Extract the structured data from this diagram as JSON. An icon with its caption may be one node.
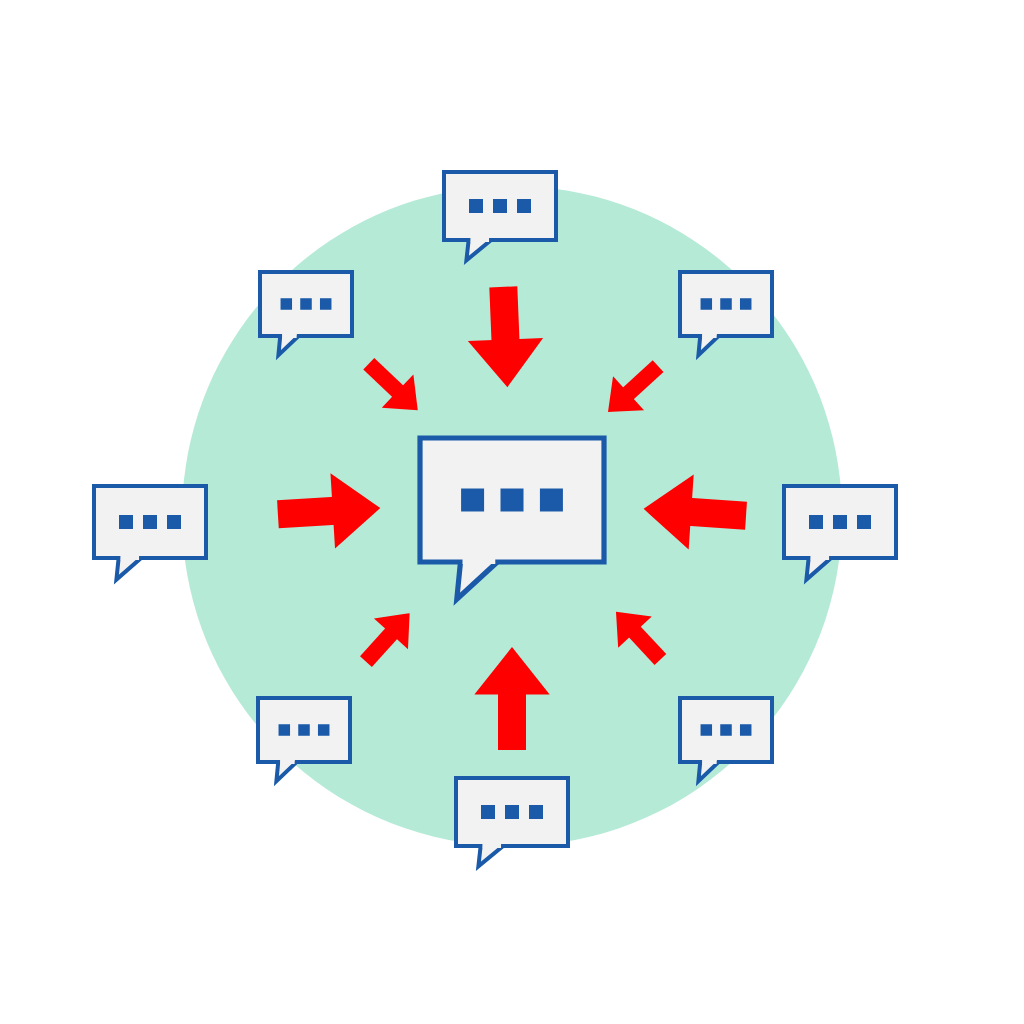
{
  "diagram": {
    "nodes": [
      {
        "text": [],
        "shape": "bubble"
      },
      {
        "text": [],
        "shape": "bubble"
      },
      {
        "text": [],
        "shape": "bubble"
      },
      {
        "text": [],
        "shape": "bubble"
      },
      {
        "text": [],
        "shape": "bubble"
      },
      {
        "text": [],
        "shape": "bubble"
      },
      {
        "text": [],
        "shape": "bubble"
      },
      {
        "text": [],
        "shape": "bubble"
      },
      {
        "text": [],
        "shape": "bubble"
      }
    ],
    "edges": [
      {
        "from": 0,
        "to": 4,
        "arrow": "to"
      },
      {
        "from": 1,
        "to": 4,
        "arrow": "to"
      },
      {
        "from": 2,
        "to": 4,
        "arrow": "to"
      },
      {
        "from": 3,
        "to": 4,
        "arrow": "to"
      },
      {
        "from": 5,
        "to": 4,
        "arrow": "to"
      },
      {
        "from": 6,
        "to": 4,
        "arrow": "to"
      },
      {
        "from": 7,
        "to": 4,
        "arrow": "to"
      },
      {
        "from": 8,
        "to": 4,
        "arrow": "to"
      }
    ]
  }
}
